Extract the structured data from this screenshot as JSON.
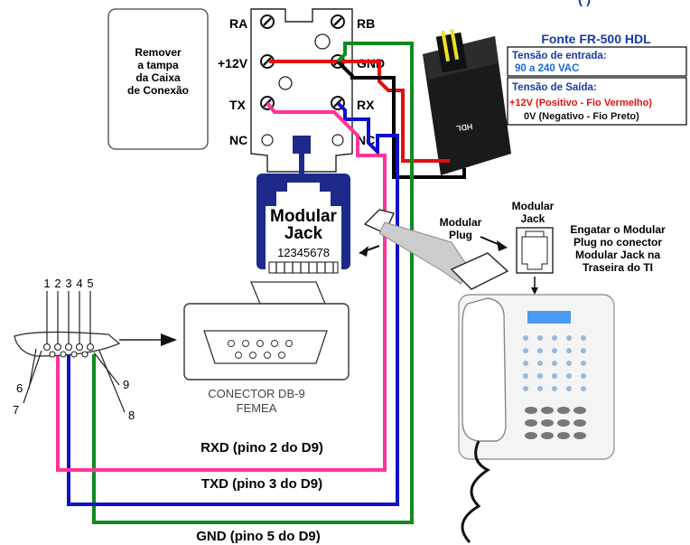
{
  "top_title_fragment": "(      )",
  "note": [
    "Remover",
    "a tampa",
    "da Caixa",
    "de Conexão"
  ],
  "terminal_labels": {
    "ra": "RA",
    "rb": "RB",
    "v12": "+12V",
    "gnd": "GND",
    "tx": "TX",
    "rx": "RX",
    "nc_left": "NC",
    "nc_right": "NC"
  },
  "modular_jack": {
    "line1": "Modular",
    "line2": "Jack",
    "pins": "12345678"
  },
  "modular_plug": {
    "line1": "Modular",
    "line2": "Plug"
  },
  "phone_jack": {
    "line1": "Modular",
    "line2": "Jack"
  },
  "instruction": [
    "Engatar o Modular",
    "Plug no conector",
    "Modular Jack na",
    "Traseira do TI"
  ],
  "power_supply": {
    "title": "Fonte FR-500 HDL",
    "input_label": "Tensão de entrada:",
    "input_value": "90 a 240 VAC",
    "output_label": "Tensão de Saída:",
    "output_pos": "+12V (Positivo - Fio Vermelho)",
    "output_neg": "0V (Negativo - Fio Preto)",
    "brand": "HDL"
  },
  "db9": {
    "top_pins": [
      "1",
      "2",
      "3",
      "4",
      "5"
    ],
    "bottom_pins": [
      "6",
      "7",
      "8",
      "9"
    ],
    "label_line1": "CONECTOR DB-9",
    "label_line2": "FEMEA"
  },
  "wires": {
    "rxd": "RXD (pino 2 do D9)",
    "txd": "TXD (pino 3 do D9)",
    "gnd": "GND (pino 5 do D9)"
  },
  "colors": {
    "pink": "#ff3399",
    "blue": "#1010c8",
    "green": "#108a20",
    "red": "#e01010",
    "black": "#000000",
    "title_blue": "#1a3aa8",
    "value_blue": "#1a6adc",
    "yellow": "#f0e020"
  }
}
